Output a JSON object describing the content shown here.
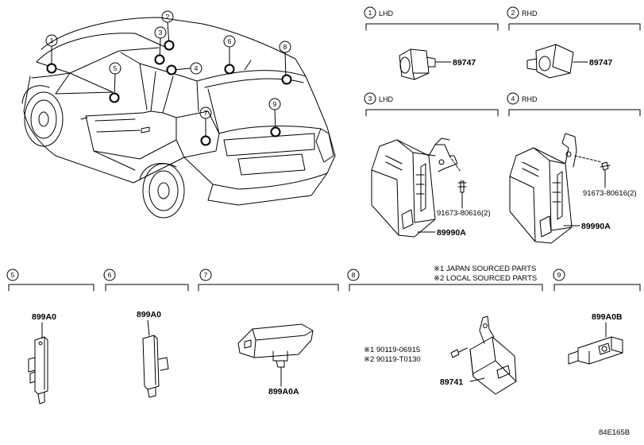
{
  "callouts": {
    "c1": "1",
    "c2": "2",
    "c3": "3",
    "c4": "4",
    "c5": "5",
    "c6": "6",
    "c7": "7",
    "c8": "8",
    "c9": "9"
  },
  "panels": {
    "p1": {
      "num": "1",
      "label": "LHD",
      "part": "89747"
    },
    "p2": {
      "num": "2",
      "label": "RHD",
      "part": "89747"
    },
    "p3": {
      "num": "3",
      "label": "LHD",
      "part": "89990A",
      "screw": "91673-80616(2)"
    },
    "p4": {
      "num": "4",
      "label": "RHD",
      "part": "89990A",
      "screw": "91673-80616(2)"
    },
    "p5": {
      "num": "5",
      "part": "899A0"
    },
    "p6": {
      "num": "6",
      "part": "899A0"
    },
    "p7": {
      "num": "7",
      "part": "899A0A"
    },
    "p8": {
      "num": "8",
      "part": "89741",
      "note1": "※1 JAPAN SOURCED PARTS",
      "note2": "※2 LOCAL SOURCED PARTS",
      "bolt1": "※1 90119-06915",
      "bolt2": "※2 90119-T0130"
    },
    "p9": {
      "num": "9",
      "part": "899A0B"
    }
  },
  "diagram_code": "84E165B"
}
